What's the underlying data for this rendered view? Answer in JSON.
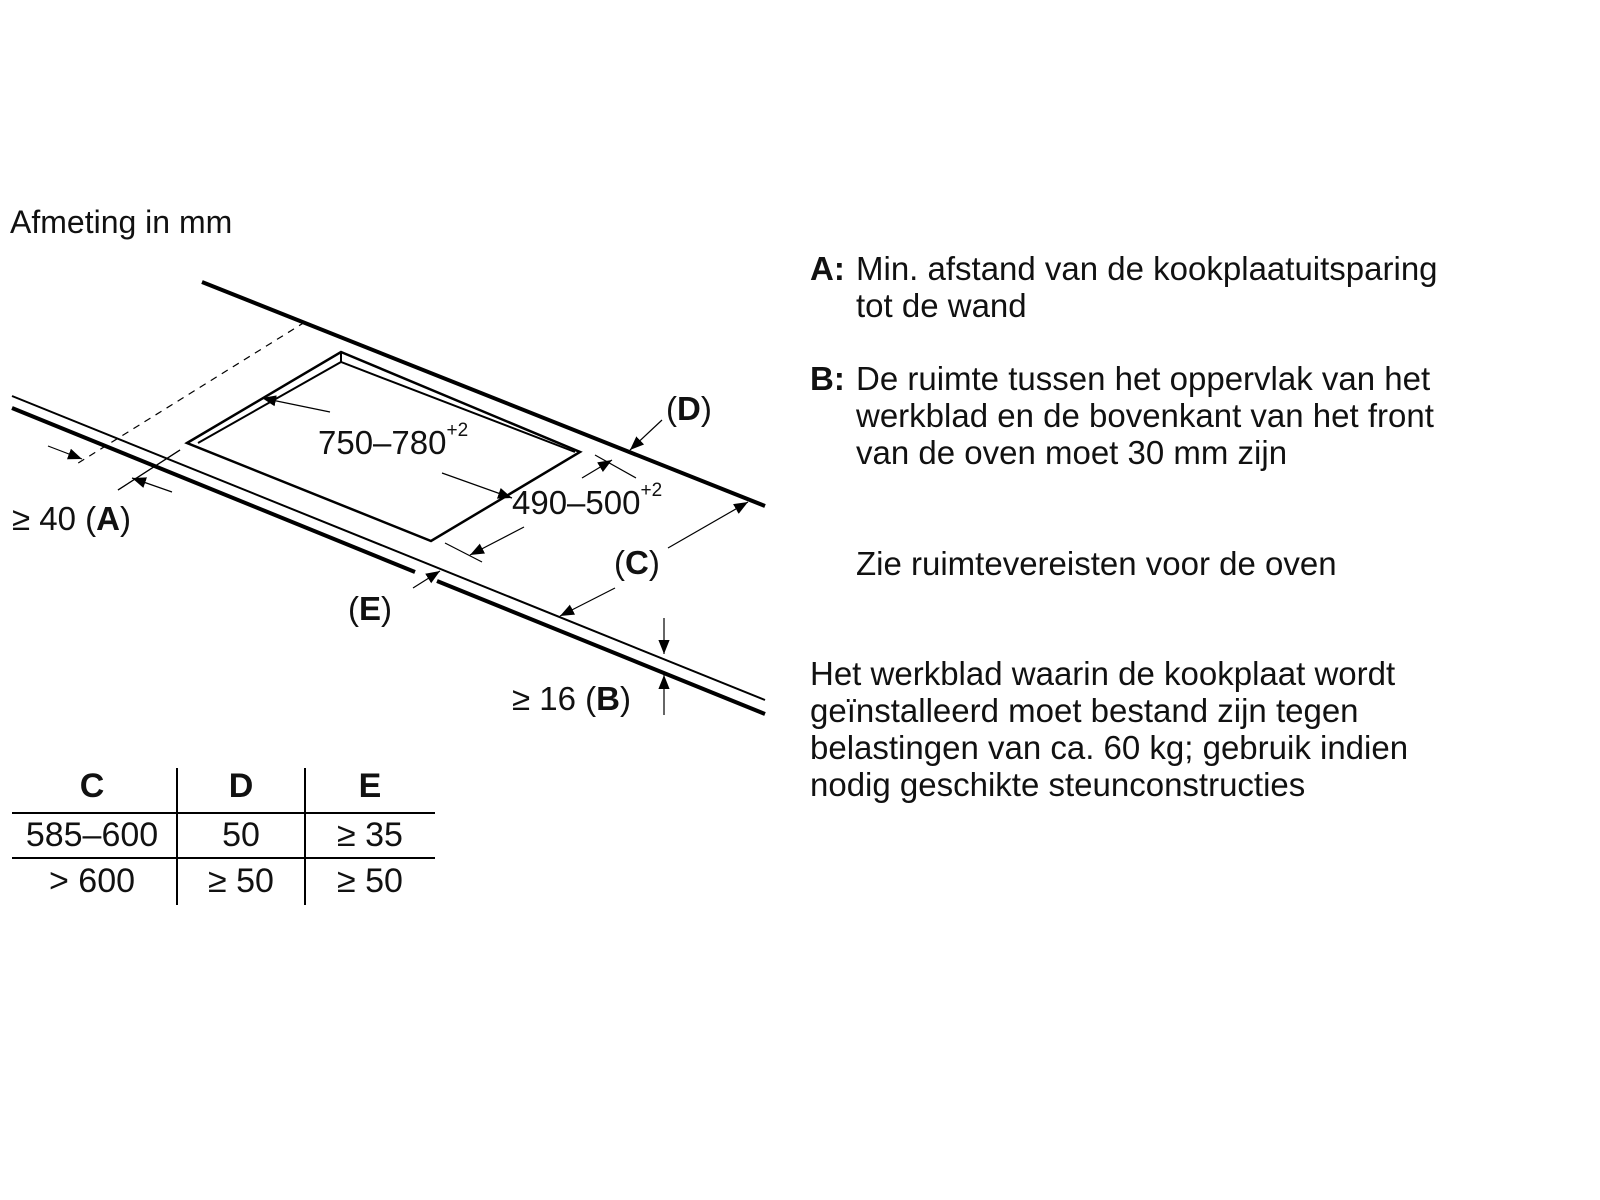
{
  "title": "Afmeting in mm",
  "diagram": {
    "cutout_length": "750–780",
    "cutout_length_tol": "+2",
    "cutout_width": "490–500",
    "cutout_width_tol": "+2",
    "label_a_value": "≥ 40 (",
    "label_a_key": "A",
    "label_b_value": "≥ 16 (",
    "label_b_key": "B",
    "label_c_key": "C",
    "label_d_key": "D",
    "label_e_key": "E",
    "open": "(",
    "close": ")"
  },
  "legend": {
    "a_key": "A:",
    "a_line1": "Min. afstand van de kookplaatuitsparing",
    "a_line2": "tot de wand",
    "b_key": "B:",
    "b_line1": "De ruimte tussen het oppervlak van het",
    "b_line2": "werkblad en de bovenkant van het front",
    "b_line3": "van de oven moet 30 mm zijn",
    "oven_note": "Zie ruimtevereisten voor de oven",
    "load_line1": "Het werkblad waarin de kookplaat wordt",
    "load_line2": "geïnstalleerd moet bestand zijn tegen",
    "load_line3": "belastingen van ca. 60 kg; gebruik indien",
    "load_line4": "nodig geschikte steunconstructies"
  },
  "table": {
    "headers": [
      "C",
      "D",
      "E"
    ],
    "rows": [
      [
        "585–600",
        "50",
        "≥ 35"
      ],
      [
        "> 600",
        "≥ 50",
        "≥ 50"
      ]
    ]
  }
}
